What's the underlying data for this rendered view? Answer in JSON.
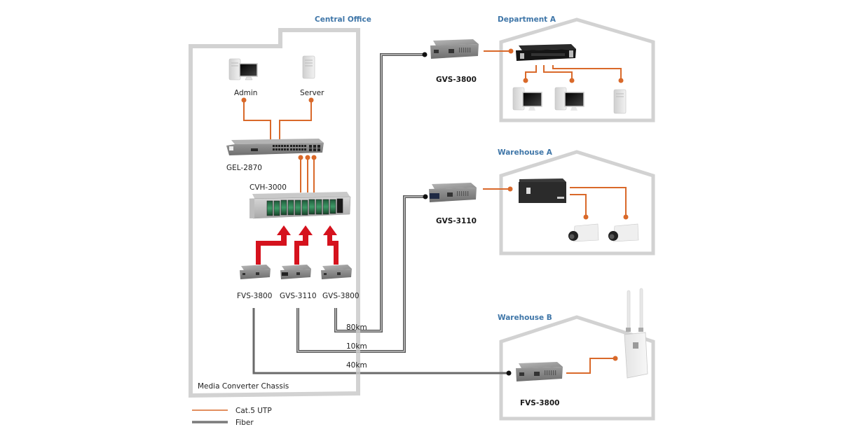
{
  "zones": {
    "central_office": "Central Office",
    "department_a": "Department A",
    "warehouse_a": "Warehouse A",
    "warehouse_b": "Warehouse B",
    "chassis_caption": "Media Converter Chassis"
  },
  "central": {
    "admin": "Admin",
    "server": "Server",
    "switch": "GEL-2870",
    "chassis": "CVH-3000",
    "converters": [
      "FVS-3800",
      "GVS-3110",
      "GVS-3800"
    ]
  },
  "remote": {
    "dept_a_converter": "GVS-3800",
    "warehouse_a_converter": "GVS-3110",
    "warehouse_b_converter": "FVS-3800"
  },
  "links": {
    "gvs3800_distance": "80km",
    "gvs3110_distance": "10km",
    "fvs3800_distance": "40km"
  },
  "legend": {
    "utp": "Cat.5 UTP",
    "fiber": "Fiber"
  },
  "colors": {
    "utp": "#d9692a",
    "fiber": "#6d6d6d",
    "zone_border": "#d2d2d2",
    "arrow": "#d5121d",
    "zone_title": "#3f76a8"
  }
}
